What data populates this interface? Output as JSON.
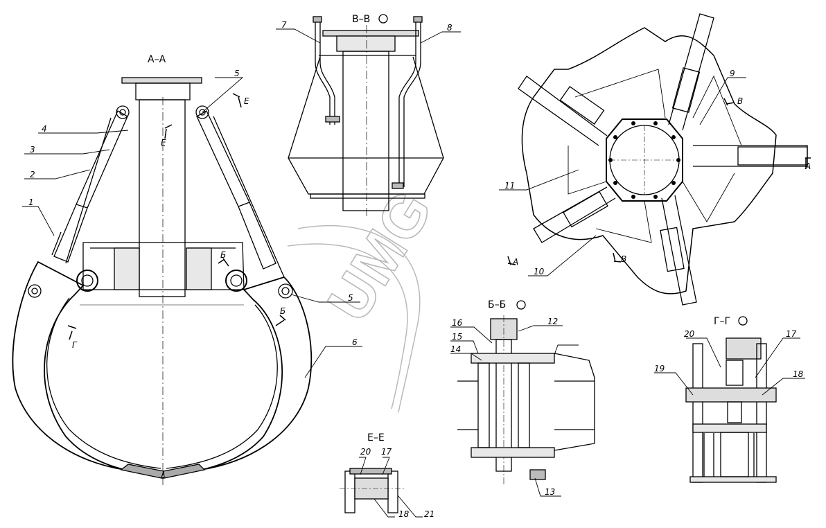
{
  "sections": {
    "aa": "А–А",
    "vv": "В–В",
    "bb": "Б–Б",
    "gg": "Г–Г",
    "ee": "Е–Е"
  },
  "cut_marks": {
    "e": "Е",
    "b": "Б",
    "g": "Г",
    "v": "В",
    "a": "А"
  },
  "watermark": "UMG",
  "callouts": {
    "c1": "1",
    "c2": "2",
    "c3": "3",
    "c4": "4",
    "c5": "5",
    "c6": "6",
    "c7": "7",
    "c8": "8",
    "c9": "9",
    "c10": "10",
    "c11": "11",
    "c12": "12",
    "c13": "13",
    "c14": "14",
    "c15": "15",
    "c16": "16",
    "c17": "17",
    "c18": "18",
    "c19": "19",
    "c20": "20",
    "c21": "21"
  }
}
